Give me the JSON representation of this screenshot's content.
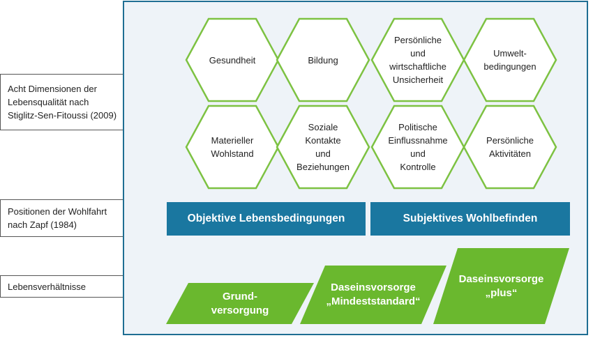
{
  "left_labels": {
    "dimensions": "Acht Dimensionen der\nLebensqualität nach\nStiglitz-Sen-Fitoussi (2009)",
    "positions": "Positionen der Wohlfahrt\nnach Zapf (1984)",
    "conditions": "Lebensverhältnisse"
  },
  "hexagons": [
    {
      "id": "gesundheit",
      "label": "Gesundheit"
    },
    {
      "id": "bildung",
      "label": "Bildung"
    },
    {
      "id": "unsicherheit",
      "label": "Persönliche\nund\nwirtschaftliche\nUnsicherheit"
    },
    {
      "id": "umwelt",
      "label": "Umwelt-\nbedingungen"
    },
    {
      "id": "wohlstand",
      "label": "Materieller\nWohlstand"
    },
    {
      "id": "kontakte",
      "label": "Soziale\nKontakte\nund\nBeziehungen"
    },
    {
      "id": "einfluss",
      "label": "Politische\nEinflussnahme\nund\nKontrolle"
    },
    {
      "id": "aktivitaeten",
      "label": "Persönliche\nAktivitäten"
    }
  ],
  "bars": {
    "objective": "Objektive Lebensbedingungen",
    "subjective": "Subjektives Wohlbefinden"
  },
  "provisions": [
    {
      "id": "grund",
      "label": "Grund-\nversorgung"
    },
    {
      "id": "mindest",
      "label": "Daseinsvorsorge\n„Mindeststandard“"
    },
    {
      "id": "plus",
      "label": "Daseinsvorsorge\n„plus“"
    }
  ],
  "colors": {
    "panel_border": "#1f6e93",
    "panel_fill": "#eef3f8",
    "hex_stroke": "#7dc242",
    "bar_fill": "#1a77a0",
    "parallelogram_fill": "#6ab82e"
  }
}
